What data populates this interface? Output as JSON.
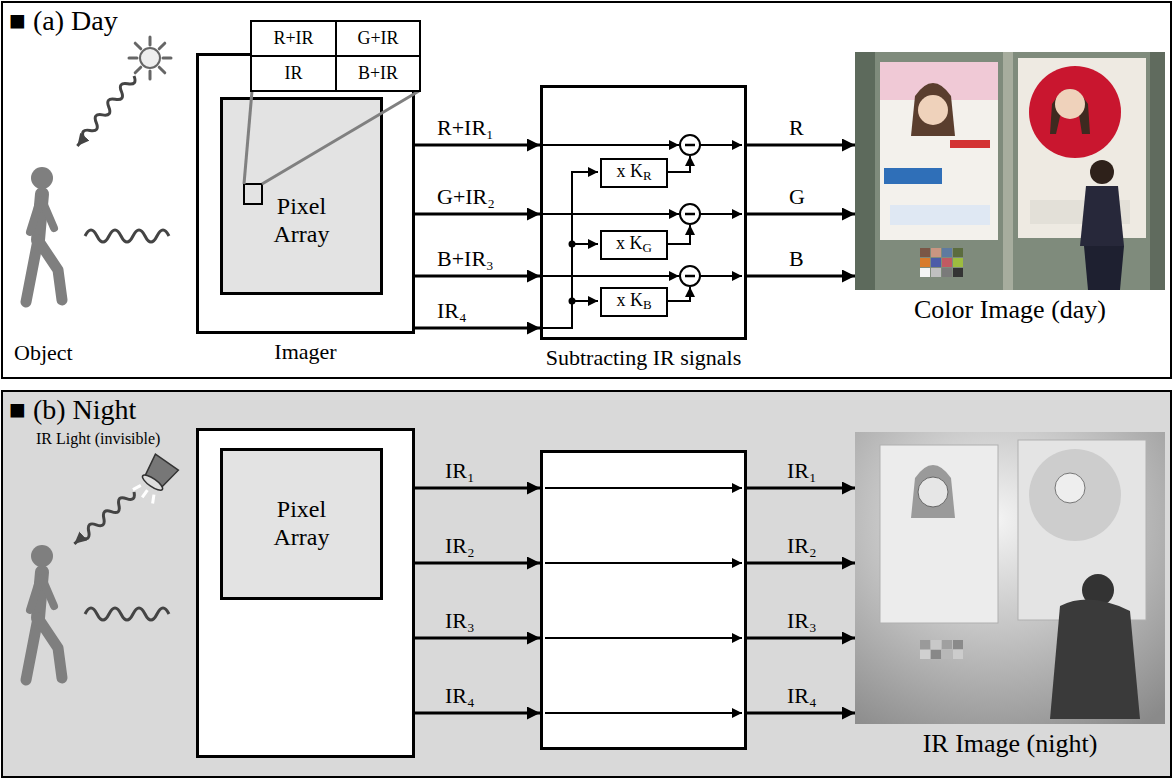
{
  "diagram": {
    "nodes": [
      {
        "text": [
          "■ (a) Day"
        ]
      },
      {
        "text": [
          "Imager"
        ],
        "in": 0
      },
      {
        "text": [
          "Pixel Array"
        ],
        "in": 1
      },
      {
        "text": [
          "R+IR"
        ],
        "in": 0
      },
      {
        "text": [
          "G+IR"
        ],
        "in": 0
      },
      {
        "text": [
          "IR"
        ],
        "in": 0
      },
      {
        "text": [
          "B+IR"
        ],
        "in": 0
      },
      {
        "text": [
          "Subtracting IR signals"
        ],
        "in": 0
      },
      {
        "text": [
          "x KR"
        ],
        "in": 7
      },
      {
        "text": [
          "x KG"
        ],
        "in": 7
      },
      {
        "text": [
          "x KB"
        ],
        "in": 7
      },
      {
        "text": [
          "Color Image (day)"
        ],
        "in": 0
      },
      {
        "text": [
          "■ (b) Night"
        ]
      },
      {
        "text": [],
        "in": 12
      },
      {
        "text": [
          "Pixel Array"
        ],
        "in": 13
      },
      {
        "text": [],
        "in": 12
      },
      {
        "text": [
          "IR Image (night)"
        ],
        "in": 12
      }
    ],
    "edges": [
      {
        "from": 1,
        "to": 7,
        "label": "R+IR₁",
        "arrow": "to"
      },
      {
        "from": 1,
        "to": 7,
        "label": "G+IR₂",
        "arrow": "to"
      },
      {
        "from": 1,
        "to": 7,
        "label": "B+IR₃",
        "arrow": "to"
      },
      {
        "from": 1,
        "to": 7,
        "label": "IR₄",
        "arrow": "to"
      },
      {
        "from": 7,
        "to": 11,
        "label": "R",
        "arrow": "to"
      },
      {
        "from": 7,
        "to": 11,
        "label": "G",
        "arrow": "to"
      },
      {
        "from": 7,
        "to": 11,
        "label": "B",
        "arrow": "to"
      },
      {
        "from": 13,
        "to": 15,
        "label": "IR₁",
        "arrow": "to"
      },
      {
        "from": 13,
        "to": 15,
        "label": "IR₂",
        "arrow": "to"
      },
      {
        "from": 13,
        "to": 15,
        "label": "IR₃",
        "arrow": "to"
      },
      {
        "from": 13,
        "to": 15,
        "label": "IR₄",
        "arrow": "to"
      },
      {
        "from": 15,
        "to": 16,
        "label": "IR₁",
        "arrow": "to"
      },
      {
        "from": 15,
        "to": 16,
        "label": "IR₂",
        "arrow": "to"
      },
      {
        "from": 15,
        "to": 16,
        "label": "IR₃",
        "arrow": "to"
      },
      {
        "from": 15,
        "to": 16,
        "label": "IR₄",
        "arrow": "to"
      }
    ],
    "labels": [
      "Object",
      "IR Light (invisible)"
    ]
  }
}
